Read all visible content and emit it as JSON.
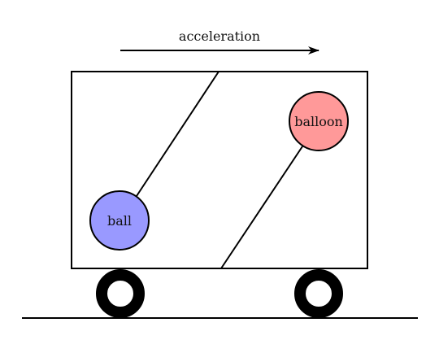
{
  "labels": {
    "acceleration": "acceleration",
    "ball": "ball",
    "balloon": "balloon"
  },
  "colors": {
    "ball_fill": "#9999ff",
    "balloon_fill": "#ff9999",
    "stroke": "#000000",
    "background": "#ffffff"
  }
}
